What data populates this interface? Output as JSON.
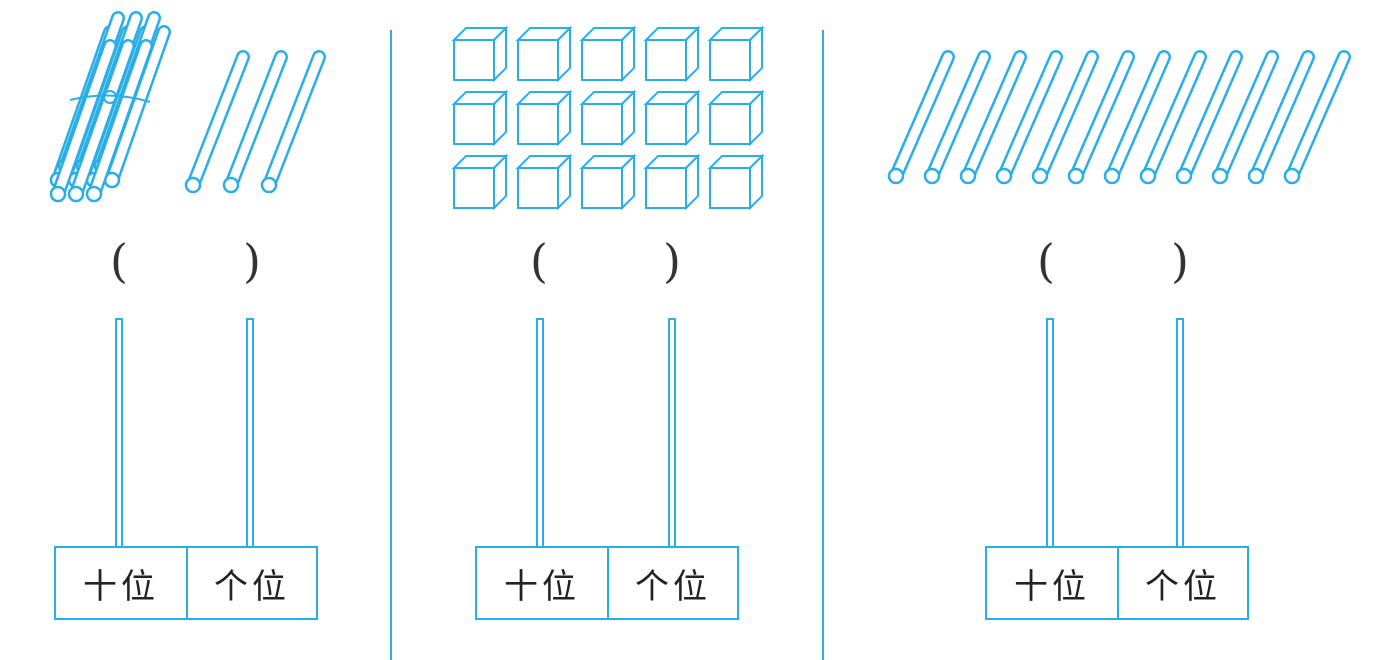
{
  "colors": {
    "accent": "#29aee6"
  },
  "panels": [
    {
      "name": "bundle-and-sticks",
      "icons": [
        "stick-bundle-icon",
        "stick-icon"
      ],
      "counts": {
        "bundles_of_ten": 1,
        "loose_sticks": 3
      },
      "paren_left": "(",
      "paren_right": ")",
      "tens_label": "十位",
      "ones_label": "个位"
    },
    {
      "name": "cubes",
      "icons": [
        "cube-icon"
      ],
      "counts": {
        "cubes": 15,
        "rows": 3,
        "per_row": 5
      },
      "paren_left": "(",
      "paren_right": ")",
      "tens_label": "十位",
      "ones_label": "个位"
    },
    {
      "name": "loose-sticks",
      "icons": [
        "stick-icon"
      ],
      "counts": {
        "loose_sticks": 12
      },
      "paren_left": "(",
      "paren_right": ")",
      "tens_label": "十位",
      "ones_label": "个位"
    }
  ]
}
